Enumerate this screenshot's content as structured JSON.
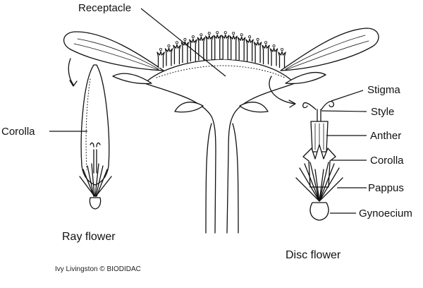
{
  "labels": {
    "receptacle": "Receptacle",
    "stigma": "Stigma",
    "style": "Style",
    "anther": "Anther",
    "corolla_right": "Corolla",
    "pappus": "Pappus",
    "gynoecium": "Gynoecium",
    "corolla_left": "Corolla"
  },
  "captions": {
    "ray_flower": "Ray flower",
    "disc_flower": "Disc flower"
  },
  "credit": "Ivy Livingston © BIODIDAC"
}
